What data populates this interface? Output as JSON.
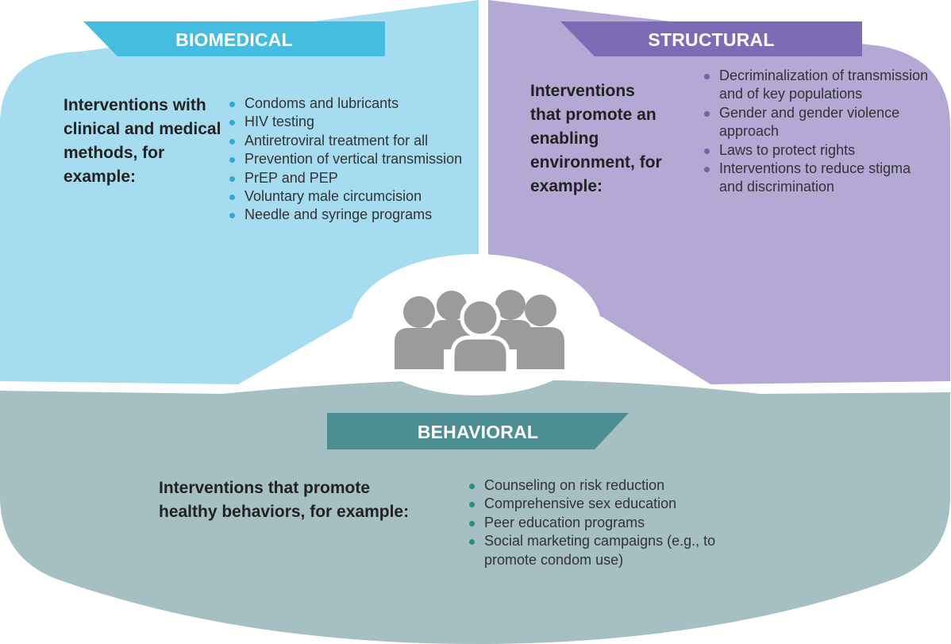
{
  "biomedical": {
    "title": "BIOMEDICAL",
    "lead": "Interventions with clinical and medical methods, for example:",
    "items": [
      "Condoms and lubricants",
      "HIV testing",
      "Antiretroviral treatment for all",
      "Prevention of vertical transmission",
      "PrEP and PEP",
      "Voluntary male circumcision",
      "Needle and syringe programs"
    ]
  },
  "structural": {
    "title": "STRUCTURAL",
    "lead": "Interventions that promote an enabling environment, for example:",
    "items": [
      "Decriminalization of transmission and of key populations",
      "Gender and gender violence approach",
      "Laws to protect rights",
      "Interventions to reduce stigma and discrimination"
    ]
  },
  "behavioral": {
    "title": "BEHAVIORAL",
    "lead": "Interventions that promote healthy behaviors, for example:",
    "items": [
      "Counseling on risk reduction",
      "Comprehensive sex education",
      "Peer education programs",
      "Social marketing campaigns (e.g., to promote condom use)"
    ]
  },
  "center_icon": "people-group-icon",
  "colors": {
    "biomedical_panel": "#a6dcf0",
    "biomedical_accent": "#44bde0",
    "structural_panel": "#b3a9d4",
    "structural_accent": "#7d6cb5",
    "behavioral_panel": "#a6bfc2",
    "behavioral_accent": "#4c8f93",
    "icon": "#9b9b9b"
  }
}
